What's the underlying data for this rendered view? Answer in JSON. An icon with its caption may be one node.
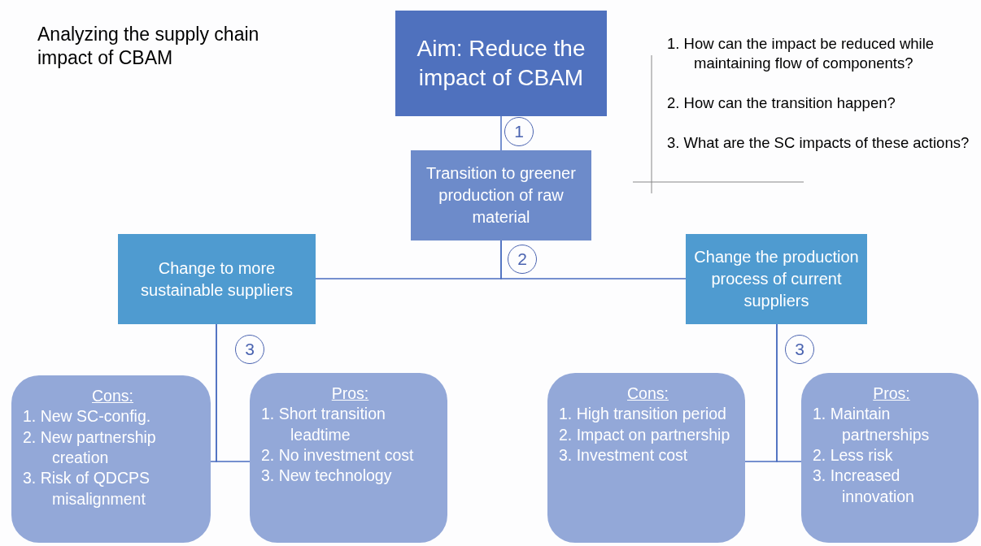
{
  "diagram": {
    "title": "Analyzing the supply chain impact of CBAM",
    "nodes": [
      {
        "text": [
          "Aim: Reduce the impact of CBAM"
        ]
      },
      {
        "text": [
          "Transition to greener production of raw material"
        ]
      },
      {
        "text": [
          "Change to more sustainable suppliers"
        ]
      },
      {
        "text": [
          "Change the production process of current suppliers"
        ]
      },
      {
        "text": [
          "Cons:",
          "1. New SC-config.",
          "2. New partnership creation",
          "3. Risk of QDCPS misalignment"
        ]
      },
      {
        "text": [
          "Pros:",
          "1. Short transition leadtime",
          "2. No investment cost",
          "3. New technology"
        ]
      },
      {
        "text": [
          "Cons:",
          "1. High transition period",
          "2. Impact on partnership",
          "3. Investment cost"
        ]
      },
      {
        "text": [
          "Pros:",
          "1. Maintain partnerships",
          "2. Less risk",
          "3. Increased innovation"
        ]
      }
    ],
    "edges": [
      {
        "from": 0,
        "to": 1,
        "arrow": "none",
        "label": "1"
      },
      {
        "from": 1,
        "to": 2,
        "arrow": "none",
        "label": "2"
      },
      {
        "from": 1,
        "to": 3,
        "arrow": "none"
      },
      {
        "from": 2,
        "to": 4,
        "arrow": "none",
        "label": "3"
      },
      {
        "from": 2,
        "to": 5,
        "arrow": "none"
      },
      {
        "from": 3,
        "to": 6,
        "arrow": "none",
        "label": "3"
      },
      {
        "from": 3,
        "to": 7,
        "arrow": "none"
      }
    ],
    "labels": [
      "1. How can the impact be reduced while maintaining flow of components?",
      "2. How can the transition happen?",
      "3. What are the SC impacts of these actions?"
    ]
  }
}
